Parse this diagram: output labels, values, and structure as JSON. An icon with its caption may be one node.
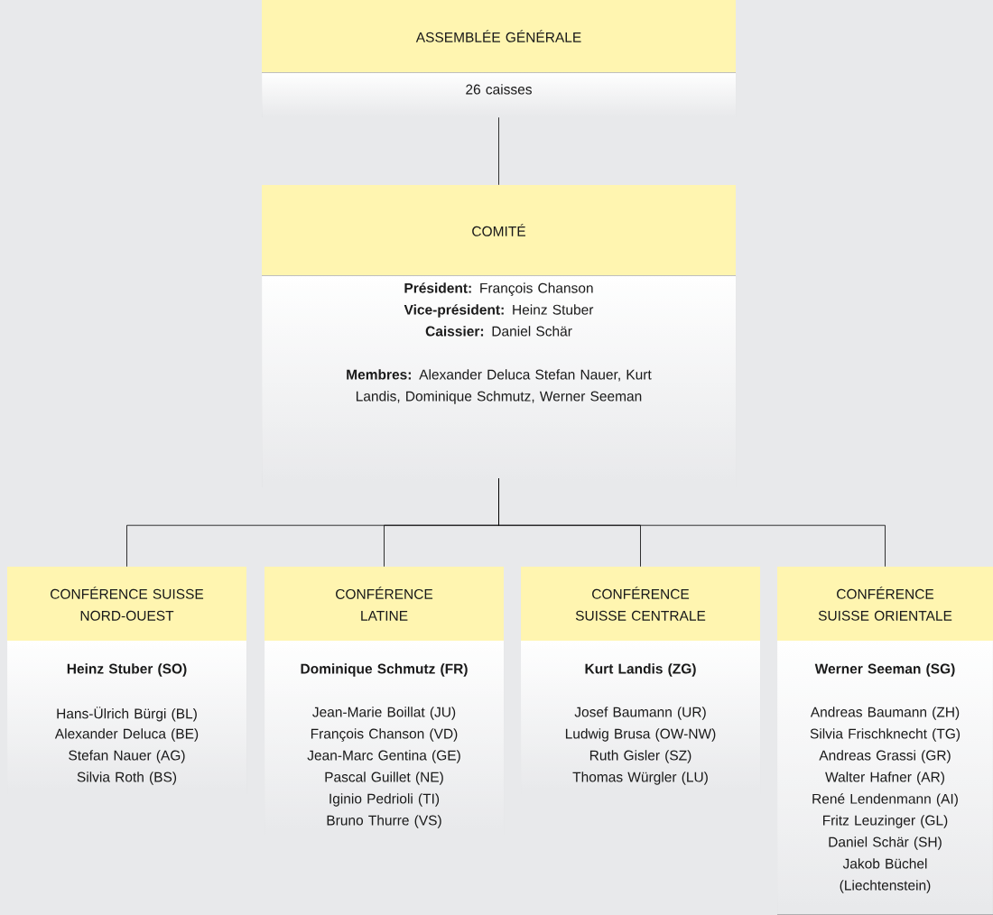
{
  "diagram": {
    "nodes": [
      {
        "text": [
          "ASSEMBLÉE GÉNÉRALE",
          "26 caisses"
        ]
      },
      {
        "text": [
          "COMITÉ",
          "**Président:** François Chanson",
          "**Vice-président:** Heinz Stuber",
          "**Caissier:** Daniel Schär",
          "**Membres:** Alexander Deluca Stefan Nauer, Kurt Landis, Dominique Schmutz, Werner Seeman"
        ]
      },
      {
        "text": [
          "CONFÉRENCE SUISSE NORD-OUEST",
          "Heinz Stuber (SO)",
          "Hans-Ülrich Bürgi (BL)",
          "Alexander Deluca (BE)",
          "Stefan Nauer (AG)",
          "Silvia Roth (BS)"
        ]
      },
      {
        "text": [
          "CONFÉRENCE LATINE",
          "Dominique Schmutz (FR)",
          "Jean-Marie Boillat (JU)",
          "François Chanson (VD)",
          "Jean-Marc Gentina (GE)",
          "Pascal Guillet (NE)",
          "Iginio Pedrioli (TI)",
          "Bruno Thurre (VS)"
        ]
      },
      {
        "text": [
          "CONFÉRENCE SUISSE CENTRALE",
          "Kurt Landis (ZG)",
          "Josef Baumann (UR)",
          "Ludwig Brusa (OW-NW)",
          "Ruth Gisler (SZ)",
          "Thomas Würgler (LU)"
        ]
      },
      {
        "text": [
          "CONFÉRENCE SUISSE ORIENTALE",
          "Werner Seeman (SG)",
          "Andreas Baumann (ZH)",
          "Silvia Frischknecht (TG)",
          "Andreas Grassi (GR)",
          "Walter Hafner (AR)",
          "René Lendenmann (AI)",
          "Fritz Leuzinger (GL)",
          "Daniel Schär (SH)",
          "Jakob Büchel (Liechtenstein)"
        ]
      }
    ],
    "edges": [
      {
        "from": 0,
        "to": 1,
        "arrow": "none"
      },
      {
        "from": 1,
        "to": 2,
        "arrow": "none"
      },
      {
        "from": 1,
        "to": 3,
        "arrow": "none"
      },
      {
        "from": 1,
        "to": 4,
        "arrow": "none"
      },
      {
        "from": 1,
        "to": 5,
        "arrow": "none"
      }
    ]
  }
}
